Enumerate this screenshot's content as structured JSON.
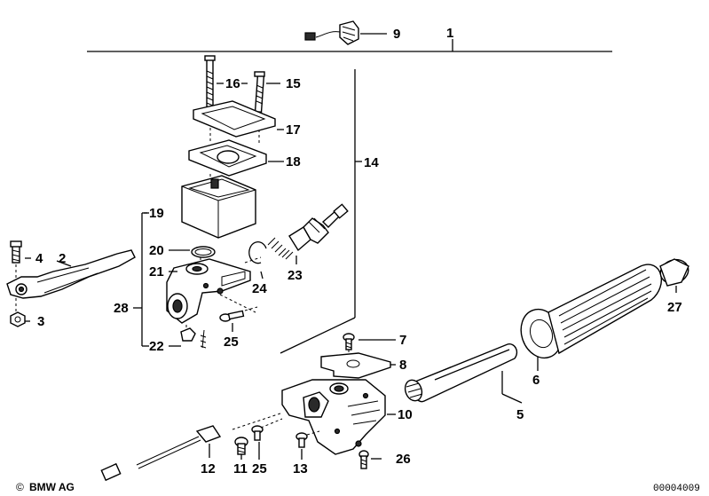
{
  "parts": [
    {
      "id": "lbl-1",
      "text": "1"
    },
    {
      "id": "lbl-2",
      "text": "2"
    },
    {
      "id": "lbl-3",
      "text": "3"
    },
    {
      "id": "lbl-4",
      "text": "4"
    },
    {
      "id": "lbl-5",
      "text": "5"
    },
    {
      "id": "lbl-6",
      "text": "6"
    },
    {
      "id": "lbl-7",
      "text": "7"
    },
    {
      "id": "lbl-8",
      "text": "8"
    },
    {
      "id": "lbl-9",
      "text": "9"
    },
    {
      "id": "lbl-10",
      "text": "10"
    },
    {
      "id": "lbl-11",
      "text": "11"
    },
    {
      "id": "lbl-12",
      "text": "12"
    },
    {
      "id": "lbl-13",
      "text": "13"
    },
    {
      "id": "lbl-14",
      "text": "14"
    },
    {
      "id": "lbl-15",
      "text": "15"
    },
    {
      "id": "lbl-16",
      "text": "16"
    },
    {
      "id": "lbl-17",
      "text": "17"
    },
    {
      "id": "lbl-18",
      "text": "18"
    },
    {
      "id": "lbl-19",
      "text": "19"
    },
    {
      "id": "lbl-20",
      "text": "20"
    },
    {
      "id": "lbl-21",
      "text": "21"
    },
    {
      "id": "lbl-22",
      "text": "22"
    },
    {
      "id": "lbl-23",
      "text": "23"
    },
    {
      "id": "lbl-24",
      "text": "24"
    },
    {
      "id": "lbl-25a",
      "text": "25"
    },
    {
      "id": "lbl-25b",
      "text": "25"
    },
    {
      "id": "lbl-26",
      "text": "26"
    },
    {
      "id": "lbl-27",
      "text": "27"
    },
    {
      "id": "lbl-28",
      "text": "28"
    }
  ],
  "footer": {
    "copyright_symbol": "©",
    "brand": "BMW AG",
    "doc_number": "00004009"
  }
}
